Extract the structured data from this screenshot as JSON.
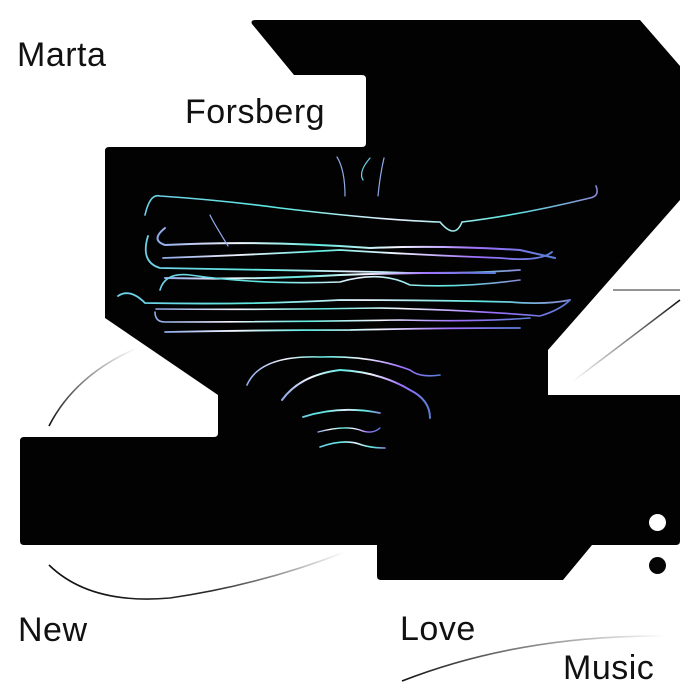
{
  "cover": {
    "artist_first": "Marta",
    "artist_last": "Forsberg",
    "title_word_1": "New",
    "title_word_2": "Love",
    "title_word_3": "Music"
  },
  "colors": {
    "background": "#ffffff",
    "shape": "#020202",
    "text": "#111111",
    "trail_cyan": "#5fe8e0",
    "trail_white": "#f4f6ff",
    "trail_violet": "#a070ff",
    "trail_blue": "#5a7fd8"
  },
  "icons": {
    "dot_white": "white-dot-icon",
    "dot_black": "black-dot-icon"
  }
}
